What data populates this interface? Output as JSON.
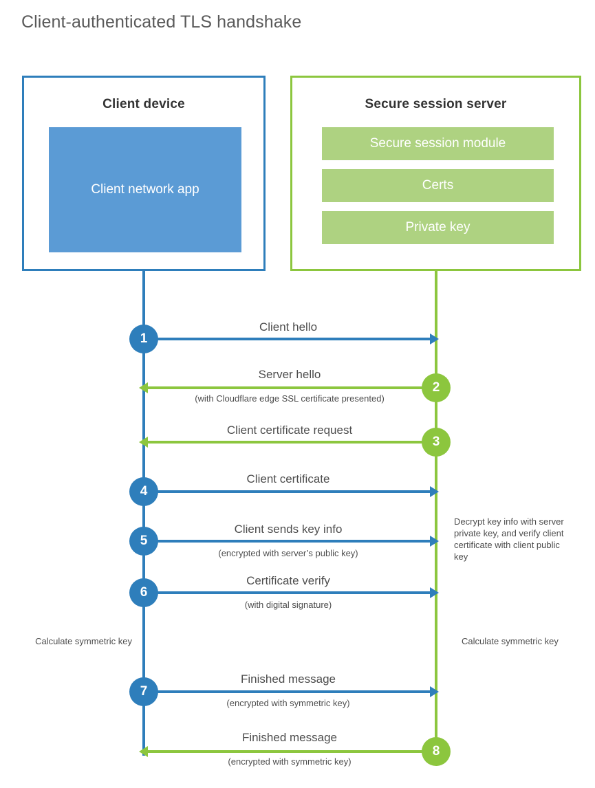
{
  "title": "Client-authenticated TLS handshake",
  "colors": {
    "client_blue": "#2e7ebb",
    "client_app_fill": "#5b9bd5",
    "server_green": "#8cc63e",
    "server_block_fill": "#aed281",
    "text": "#4d4d4d"
  },
  "actors": {
    "client": {
      "title": "Client device",
      "block_label": "Client network app"
    },
    "server": {
      "title": "Secure session server",
      "blocks": [
        {
          "label": "Secure session module"
        },
        {
          "label": "Certs"
        },
        {
          "label": "Private key"
        }
      ]
    }
  },
  "steps": [
    {
      "number": "1",
      "direction": "client-to-server",
      "label": "Client hello",
      "sublabel": ""
    },
    {
      "number": "2",
      "direction": "server-to-client",
      "label": "Server hello",
      "sublabel": "(with Cloudflare edge SSL certificate presented)"
    },
    {
      "number": "3",
      "direction": "server-to-client",
      "label": "Client certificate request",
      "sublabel": ""
    },
    {
      "number": "4",
      "direction": "client-to-server",
      "label": "Client certificate",
      "sublabel": ""
    },
    {
      "number": "5",
      "direction": "client-to-server",
      "label": "Client sends key info",
      "sublabel": "(encrypted with server’s public key)"
    },
    {
      "number": "6",
      "direction": "client-to-server",
      "label": "Certificate verify",
      "sublabel": "(with digital signature)"
    },
    {
      "number": "7",
      "direction": "client-to-server",
      "label": "Finished message",
      "sublabel": "(encrypted with symmetric key)"
    },
    {
      "number": "8",
      "direction": "server-to-client",
      "label": "Finished message",
      "sublabel": "(encrypted with symmetric key)"
    }
  ],
  "annotations": {
    "server_decrypt": "Decrypt key info with server private key, and verify client certificate with client public key",
    "client_calculate": "Calculate symmetric key",
    "server_calculate": "Calculate symmetric key"
  }
}
